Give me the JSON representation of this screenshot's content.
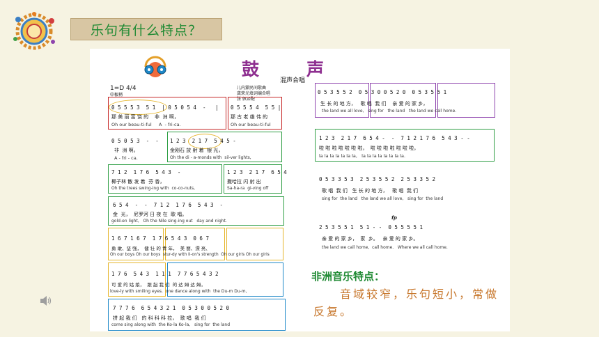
{
  "slide_title": "乐句有什么特点？",
  "song": {
    "title": "鼓声",
    "subtitle": "混声合唱",
    "credit": [
      "儿内蒙民间歌曲",
      "龚荣光填词编合唱",
      "张 佩译配"
    ],
    "key": [
      "1=D 4/4",
      "中板稍"
    ]
  },
  "left_blocks": [
    {
      "notes": "0 5 5 5 3  5 1  | 0 5 0 5 4  -   |",
      "lyrics": "那 美 丽 富 饶 的    非  洲 啊，",
      "english": "Oh our beau-ti-ful     A  - fri-ca."
    },
    {
      "notes": "0 5 5 5 4  5 5 |",
      "lyrics": "那 古 老 雄 伟 的",
      "english": "Oh our beau-ti-ful"
    },
    {
      "notes": "0 5 0 5 3  -  -",
      "lyrics": "非  洲 啊。",
      "english": "A - fri - ca."
    },
    {
      "notes": "1 2 3  2 1 7  5 4 5 -",
      "lyrics": "金刚石 放 射 着  银 光，",
      "english": "Oh the di - a-monds with  sil-ver lights,"
    },
    {
      "notes": "7 1 2  1 7 6  5 4 3  -",
      "lyrics": "椰子林 散 发 着  芬 香，",
      "english": "Oh the trees swing-ing with  co-co-nuts,"
    },
    {
      "notes": "1 2 3  2 1 7  6 5 4",
      "lyrics": "撒哈拉 闪 射 出",
      "english": "Sa-ha-ra  gi-ving off"
    },
    {
      "notes": "6 5 4  -  -  7 1 2  1 7 6  5 4 3  -",
      "lyrics": "金  光，  尼罗河 日 夜 在  歌 唱。",
      "english": "gold-en light,   Oh the Nile sing-ing out   day and night."
    },
    {
      "notes": "1 6 7 1 6 7  1 7 6 5 4 3  0 6 7",
      "lyrics": "勇 敢、坚 强，  健 壮 的 青 年，  美 丽、漂 亮、",
      "english": "Oh our boys Oh our boys  stur-dy with li-on's strength  Oh our girls Oh our girls"
    },
    {
      "notes": "1 7 6  5 4 3  1 1 1  7 7 6 5 4 3 2",
      "lyrics": "可 爱 的 姑 娘，  跟 起 我 们  的 达 姆 达 姆，",
      "english": "love-ly with smiling eyes.  one dance along with  the Du-m Du-m,"
    },
    {
      "notes": "7 7 7 6  6 5 4 3 2 1  0 5 3 0 0 5 2 0",
      "lyrics": "拼 起 我 们   的 科 科 科 拉，  歌 唱  我 们",
      "english": "come sing along with  the Ko-la Ko-la,   sing for  the land"
    }
  ],
  "right_blocks": [
    {
      "notes": "0 5 3 5 5 2  0 5 3 0 0 5 2 0  0 5 3 5 5 1",
      "lyrics": "生 长 的 地 方，   歌 唱  我 们    亲 爱 的 家 乡，",
      "english": "the land we all love,   sing for   the land   the land we call home."
    },
    {
      "notes": "1 2 3  2 1 7  6 5 4 -  -  7 1 2 1 7 6  5 4 3 - -",
      "lyrics": "啦 啦 啦 啦 啦 啦 啦，  啦 啦 啦 啦 啦 啦 啦，",
      "english": "la la la la la la la,   la la la la la la la la."
    },
    {
      "notes": "0 5 3 3 5 3  2 5 3 5 5 2  2 5 3 3 5 2",
      "lyrics": "歌 唱  我 们   生 长 的 地 方，   歌 唱  我 们",
      "english": "sing for  the land   the land we all love,   sing for  the land"
    },
    {
      "notes": "2 5 3 5 5 1  5 1 - -  0 5 5 5 5 1",
      "lyrics": "亲 爱 的 家 乡，  家  乡。   亲 爱 的 家 乡。",
      "english": "the land we call home,  call home.   Where we all call home."
    }
  ],
  "dynamics": "fp",
  "africa_label": "非洲音乐特点：",
  "africa_desc": "音域较窄，乐句短小，常做反复。"
}
